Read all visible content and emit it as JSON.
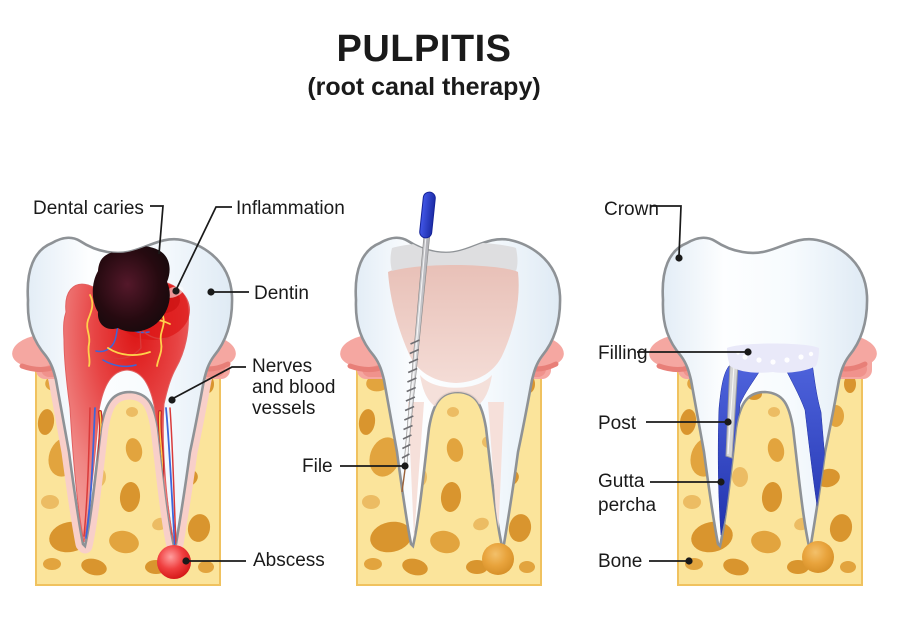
{
  "title": "PULPITIS",
  "subtitle": "(root canal therapy)",
  "labels": {
    "dental_caries": "Dental caries",
    "inflammation": "Inflammation",
    "dentin": "Dentin",
    "nerves": "Nerves\nand blood\nvessels",
    "file": "File",
    "abscess": "Abscess",
    "crown": "Crown",
    "filling": "Filling",
    "post": "Post",
    "gutta_percha": "Gutta\npercha",
    "bone": "Bone"
  },
  "panels": [
    {
      "name": "diseased-tooth",
      "features": [
        "dental caries",
        "inflammation",
        "dentin",
        "nerves and blood vessels",
        "abscess"
      ]
    },
    {
      "name": "root-canal-cleaning",
      "features": [
        "file"
      ]
    },
    {
      "name": "restored-tooth",
      "features": [
        "crown",
        "filling",
        "post",
        "gutta percha",
        "bone"
      ]
    }
  ],
  "colors": {
    "bone": "#FBE49B",
    "bone_border": "#F0C25F",
    "bone_spot": "#E2A43E",
    "bone_spot_dark": "#D9952E",
    "bone_spot_light": "#ECBC63",
    "gum": "#F5A7A1",
    "gum_dark": "#EE8E88",
    "ligament": "#F8CFC9",
    "tooth_outline": "#8E9296",
    "enamel": "#F4F9FD",
    "pulp_red": "#E23030",
    "caries_black": "#140C0E",
    "abscess_red": "#E01515",
    "nerve_yellow": "#FFD14B",
    "vessel_blue": "#3D66D9",
    "vessel_red": "#D93A3A",
    "access_gray": "#DEDEE0",
    "pulp_chamber_pink": "#EFC9C1",
    "file_metal": "#C4C4C8",
    "file_handle_blue": "#2B3FD6",
    "filling": "#E9E9F9",
    "post_gray": "#D6D6D6",
    "gutta_percha_blue": "#3346C8",
    "granuloma_orange": "#E8A33C",
    "leader": "#1A1A1A",
    "label_text": "#1A1A1A"
  }
}
